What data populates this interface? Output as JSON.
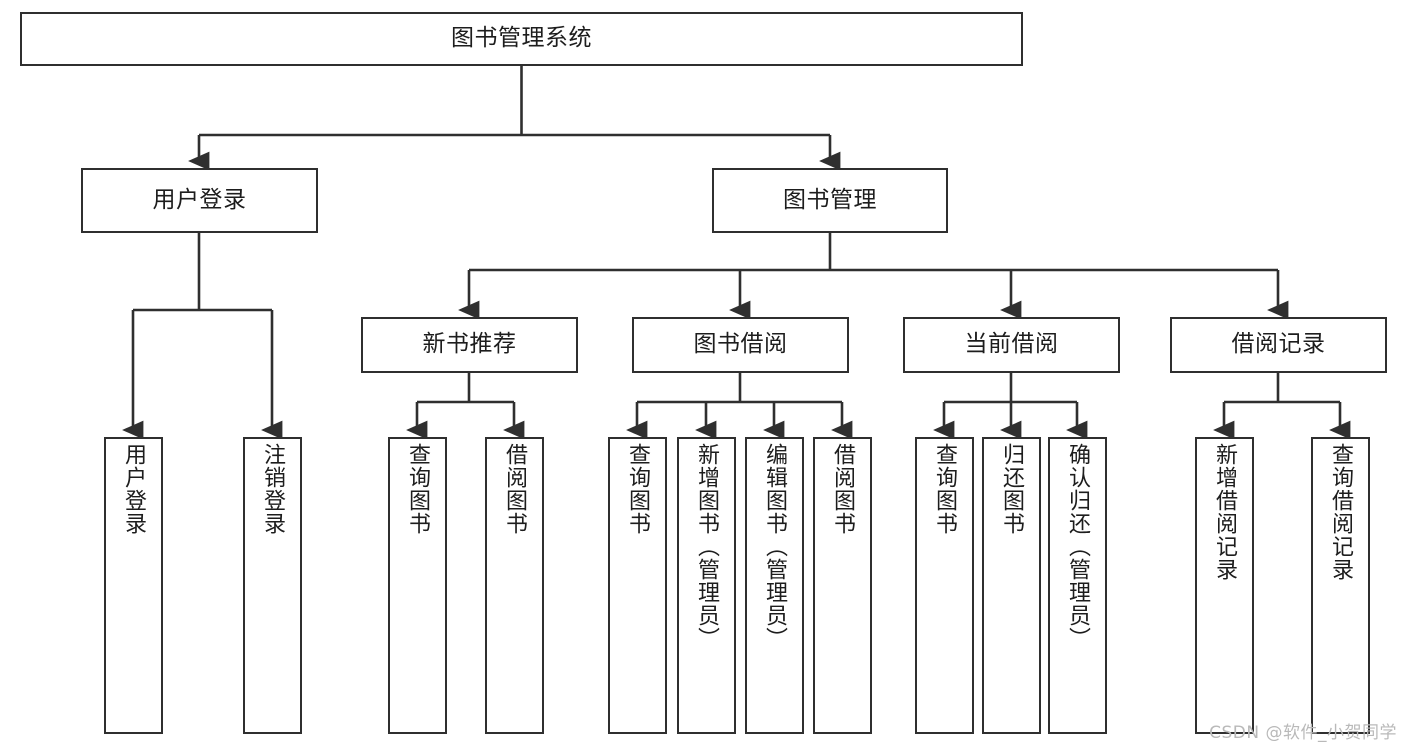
{
  "diagram": {
    "type": "tree-hierarchy",
    "title": "图书管理系统",
    "watermark": "CSDN @软件_小贺同学",
    "colors": {
      "background": "#ffffff",
      "box_border": "#2f2f2f",
      "box_fill": "#ffffff",
      "text": "#1d1d1d",
      "edge": "#2f2f2f",
      "watermark": "#b9b9b9"
    },
    "nodes": {
      "root": {
        "label": "图书管理系统"
      },
      "level2": [
        {
          "id": "user-login",
          "label": "用户登录"
        },
        {
          "id": "book-manage",
          "label": "图书管理"
        }
      ],
      "level3": [
        {
          "id": "new-book-recommend",
          "label": "新书推荐"
        },
        {
          "id": "book-borrow",
          "label": "图书借阅"
        },
        {
          "id": "current-borrow",
          "label": "当前借阅"
        },
        {
          "id": "borrow-record",
          "label": "借阅记录"
        }
      ],
      "leaves": {
        "user_login": [
          {
            "id": "leaf-user-login",
            "label": "用户登录"
          },
          {
            "id": "leaf-logout-login",
            "label": "注销登录"
          }
        ],
        "new_book_recommend": [
          {
            "id": "leaf-query-book-1",
            "label": "查询图书"
          },
          {
            "id": "leaf-borrow-book-1",
            "label": "借阅图书"
          }
        ],
        "book_borrow": [
          {
            "id": "leaf-query-book-2",
            "label": "查询图书"
          },
          {
            "id": "leaf-add-book",
            "label": "新增图书（管理员）"
          },
          {
            "id": "leaf-edit-book",
            "label": "编辑图书（管理员）"
          },
          {
            "id": "leaf-borrow-book-2",
            "label": "借阅图书"
          }
        ],
        "current_borrow": [
          {
            "id": "leaf-query-book-3",
            "label": "查询图书"
          },
          {
            "id": "leaf-return-book",
            "label": "归还图书"
          },
          {
            "id": "leaf-confirm-return",
            "label": "确认归还（管理员）"
          }
        ],
        "borrow_record": [
          {
            "id": "leaf-add-record",
            "label": "新增借阅记录"
          },
          {
            "id": "leaf-query-record",
            "label": "查询借阅记录"
          }
        ]
      }
    }
  }
}
